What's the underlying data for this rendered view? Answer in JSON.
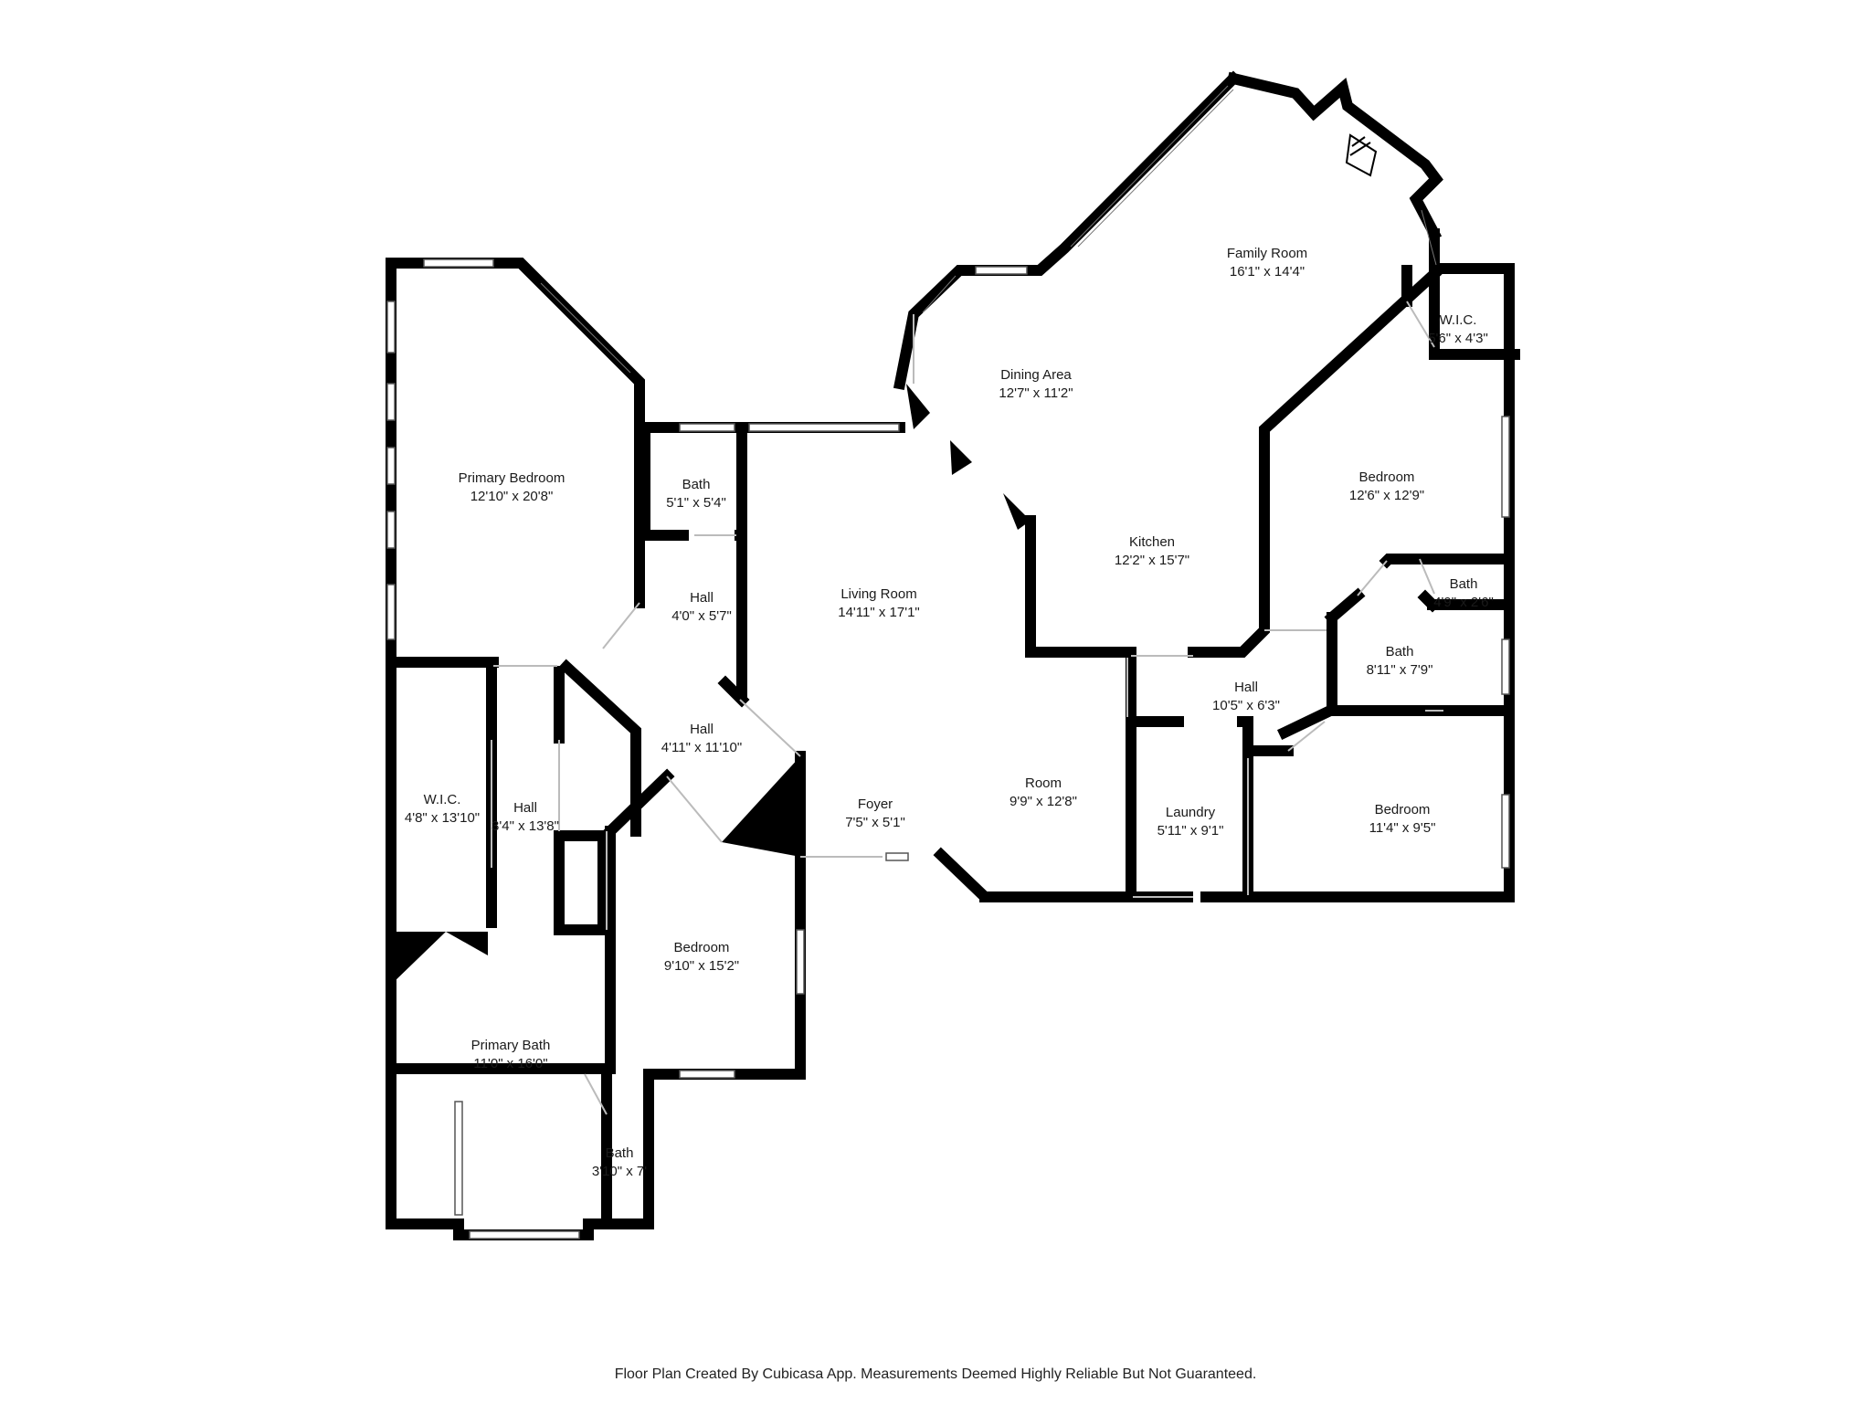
{
  "rooms": [
    {
      "name": "Family Room",
      "dims": "16'1\" x 14'4\""
    },
    {
      "name": "W.I.C.",
      "dims": "5'6\" x 4'3\""
    },
    {
      "name": "Dining Area",
      "dims": "12'7\" x 11'2\""
    },
    {
      "name": "Primary Bedroom",
      "dims": "12'10\" x 20'8\""
    },
    {
      "name": "Bath",
      "dims": "5'1\" x 5'4\""
    },
    {
      "name": "Bedroom",
      "dims": "12'6\" x 12'9\""
    },
    {
      "name": "Kitchen",
      "dims": "12'2\" x 15'7\""
    },
    {
      "name": "Living Room",
      "dims": "14'11\" x 17'1\""
    },
    {
      "name": "Hall",
      "dims": "4'0\" x 5'7\""
    },
    {
      "name": "Bath",
      "dims": "4'9\" x 2'6\""
    },
    {
      "name": "Bath",
      "dims": "8'11\" x 7'9\""
    },
    {
      "name": "Hall",
      "dims": "10'5\" x 6'3\""
    },
    {
      "name": "Hall",
      "dims": "4'11\" x 11'10\""
    },
    {
      "name": "Room",
      "dims": "9'9\" x 12'8\""
    },
    {
      "name": "W.I.C.",
      "dims": "4'8\" x 13'10\""
    },
    {
      "name": "Hall",
      "dims": "3'4\" x 13'8\""
    },
    {
      "name": "Foyer",
      "dims": "7'5\" x 5'1\""
    },
    {
      "name": "Laundry",
      "dims": "5'11\" x 9'1\""
    },
    {
      "name": "Bedroom",
      "dims": "11'4\" x 9'5\""
    },
    {
      "name": "Bedroom",
      "dims": "9'10\" x 15'2\""
    },
    {
      "name": "Primary Bath",
      "dims": "11'0\" x 16'0\""
    },
    {
      "name": "Bath",
      "dims": "3'10\" x 7'"
    }
  ],
  "footer": "Floor Plan Created By Cubicasa App. Measurements Deemed Highly Reliable But Not Guaranteed."
}
